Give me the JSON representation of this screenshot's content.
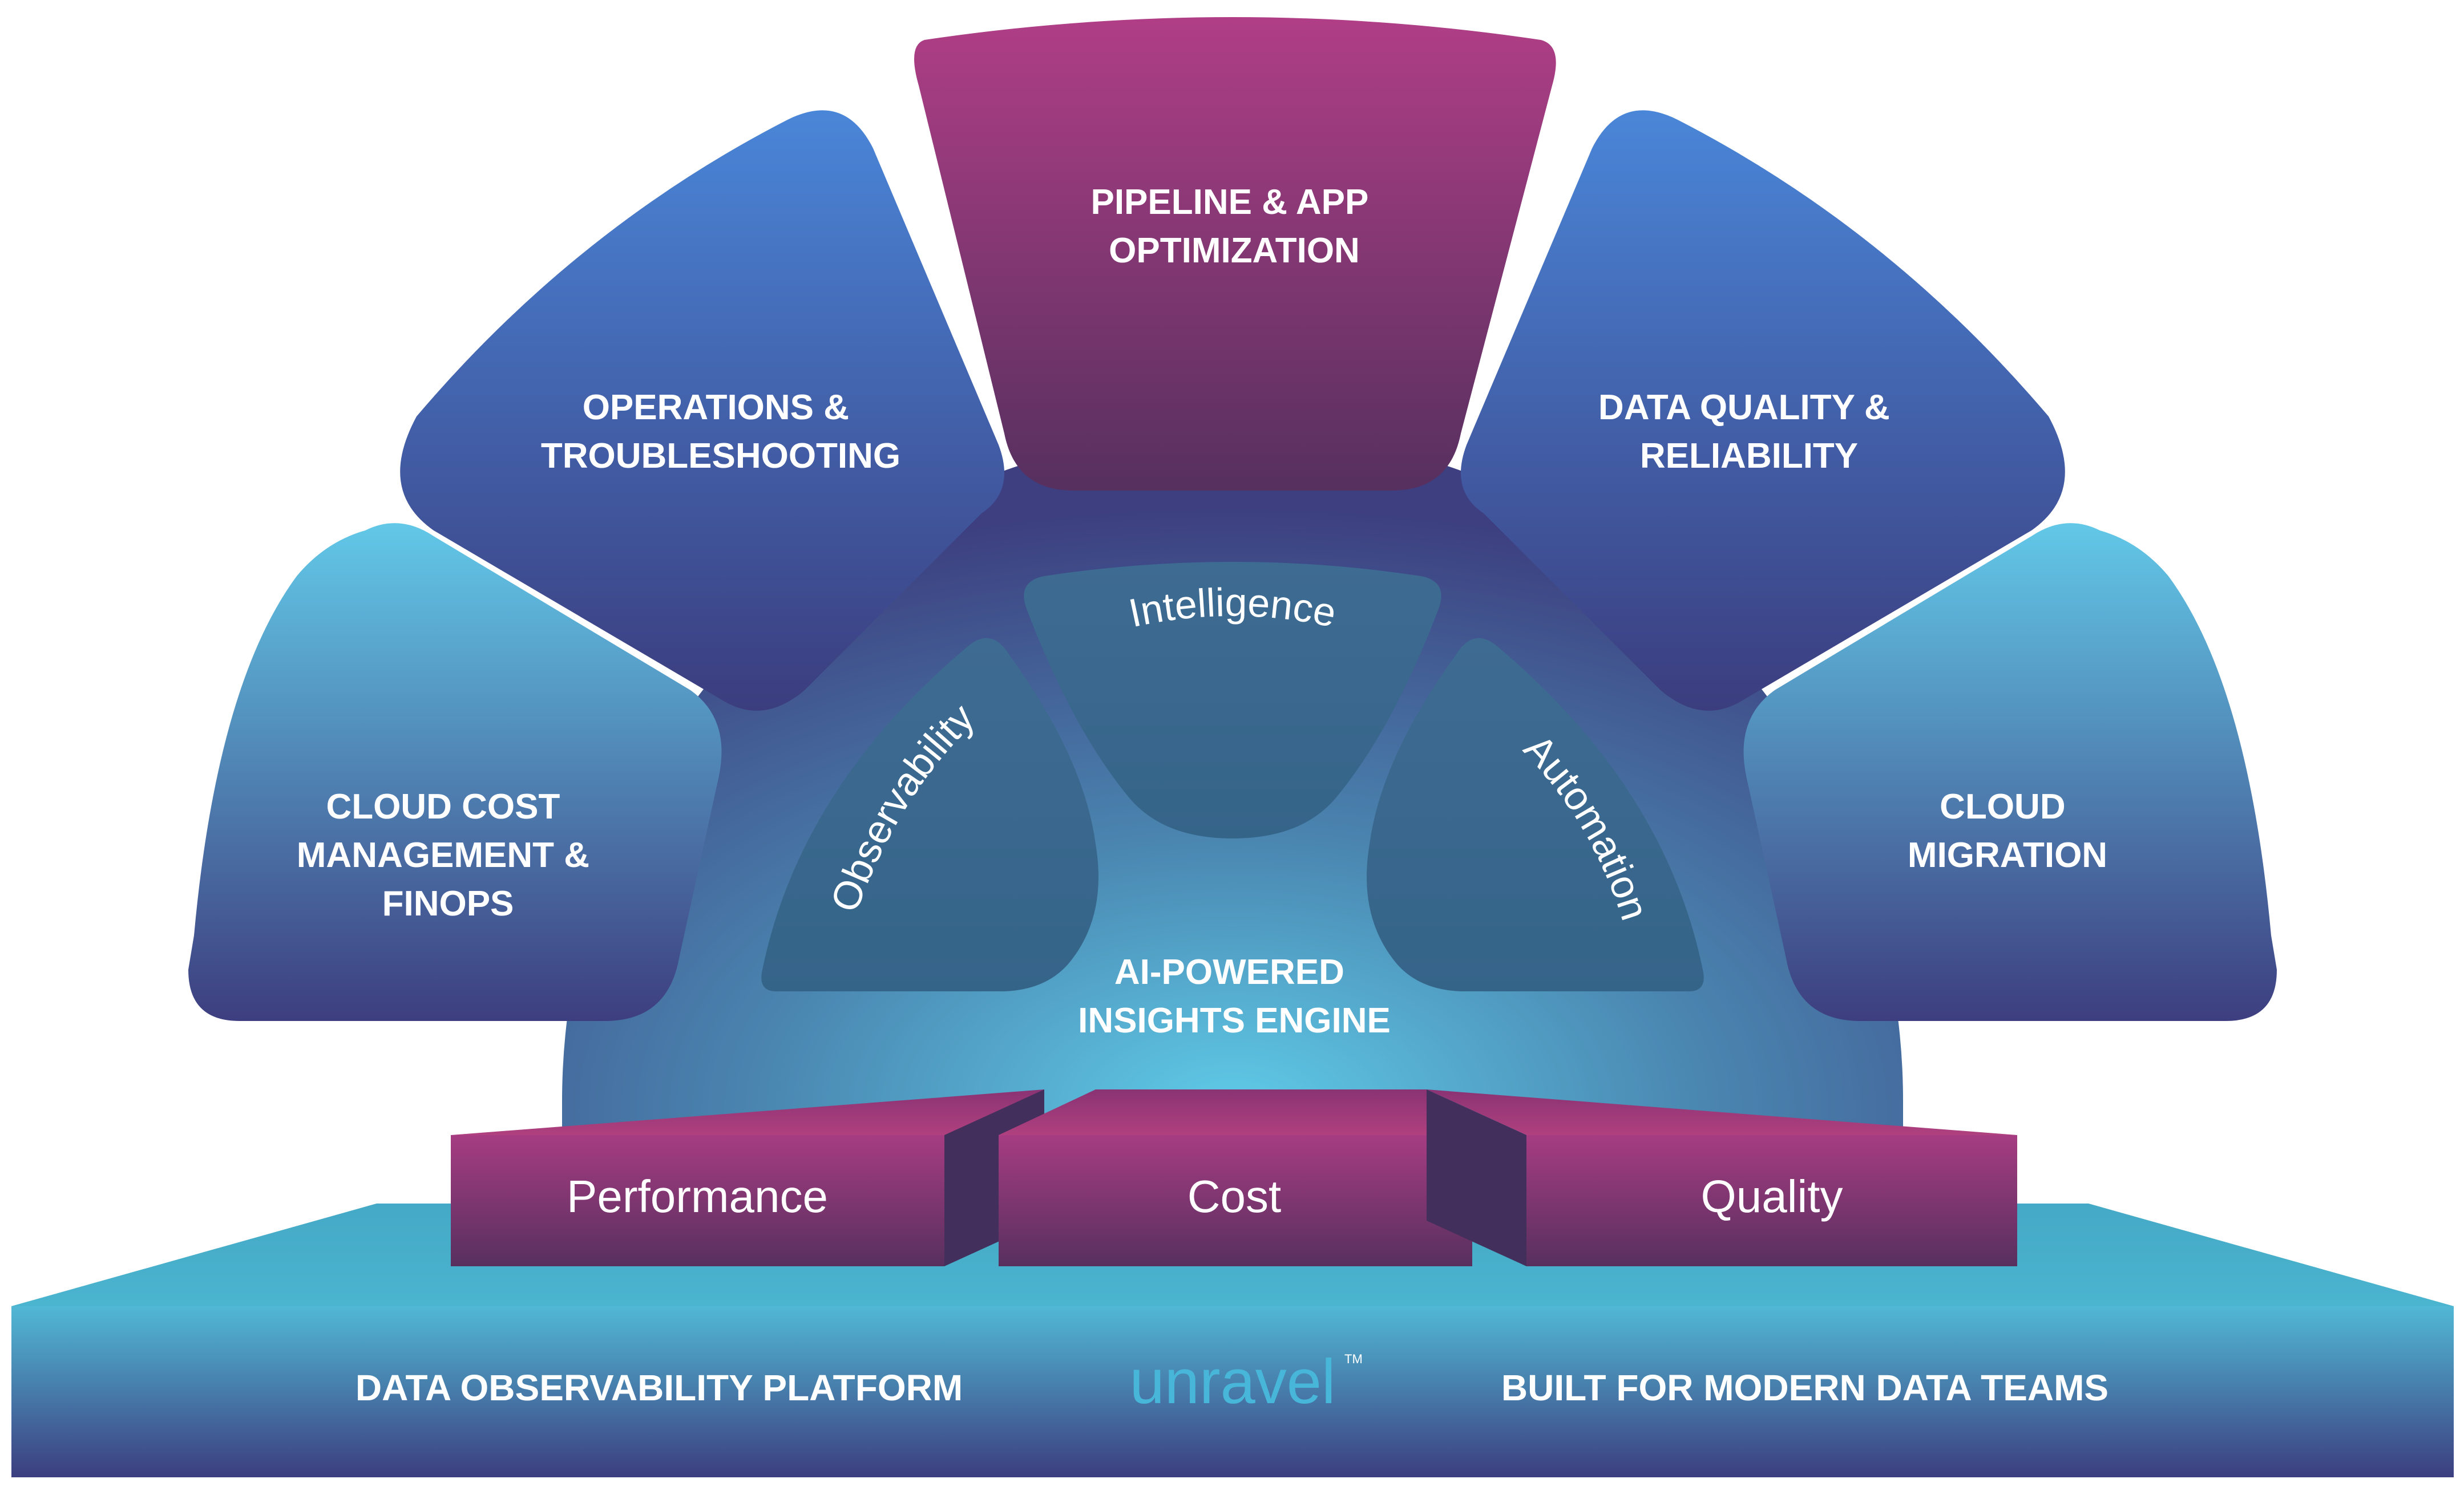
{
  "outer_segments": [
    {
      "id": "cloud-cost",
      "lines": [
        "CLOUD COST",
        "MANAGEMENT &",
        "FINOPS"
      ]
    },
    {
      "id": "operations",
      "lines": [
        "OPERATIONS &",
        "TROUBLESHOOTING"
      ]
    },
    {
      "id": "pipeline",
      "lines": [
        "PIPELINE & APP",
        "OPTIMIZATION"
      ]
    },
    {
      "id": "data-quality",
      "lines": [
        "DATA QUALITY &",
        "RELIABILITY"
      ]
    },
    {
      "id": "cloud-migration",
      "lines": [
        "CLOUD",
        "MIGRATION"
      ]
    }
  ],
  "inner_segments": {
    "left": "Observability",
    "top": "Intelligence",
    "right": "Automation"
  },
  "engine": {
    "line1": "AI-POWERED",
    "line2": "INSIGHTS ENGINE"
  },
  "pillars": [
    "Performance",
    "Cost",
    "Quality"
  ],
  "platform": {
    "left": "DATA OBSERVABILITY PLATFORM",
    "brand": "unravel",
    "right": "BUILT FOR MODERN DATA TEAMS"
  },
  "colors": {
    "blue_top": "#4a86d8",
    "blue_bottom": "#3a3f80",
    "cyan_top": "#62c6e6",
    "magenta_top": "#b03e86",
    "magenta_bottom": "#5a2f63",
    "platform_top": "#4fb7d3",
    "platform_bottom": "#3c3f82",
    "core_center": "#5ec8e6",
    "brand_accent": "#47b6d8"
  }
}
